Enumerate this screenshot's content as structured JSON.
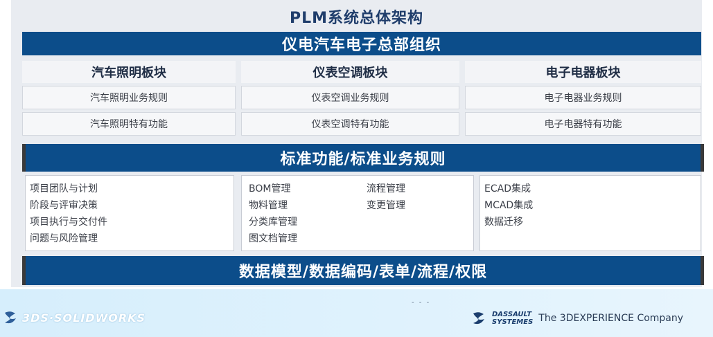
{
  "title": "PLM系统总体架构",
  "org_bar": "仪电汽车电子总部组织",
  "modules": [
    {
      "name": "汽车照明板块",
      "rows": [
        "汽车照明业务规则",
        "汽车照明特有功能"
      ]
    },
    {
      "name": "仪表空调板块",
      "rows": [
        "仪表空调业务规则",
        "仪表空调特有功能"
      ]
    },
    {
      "name": "电子电器板块",
      "rows": [
        "电子电器业务规则",
        "电子电器特有功能"
      ]
    }
  ],
  "standard_bar": "标准功能/标准业务规则",
  "function_groups": [
    {
      "items": [
        "项目团队与计划",
        "阶段与评审决策",
        "项目执行与交付件",
        "问题与风险管理"
      ]
    },
    {
      "items": [
        "BOM管理",
        "物料管理",
        "分类库管理",
        "图文档管理",
        "流程管理",
        "变更管理"
      ]
    },
    {
      "items": [
        "ECAD集成",
        "MCAD集成",
        "数据迁移"
      ]
    }
  ],
  "data_bar": "数据模型/数据编码/表单/流程/权限",
  "footer": {
    "left_brand": "3DS·SOLIDWORKS",
    "right_brand_line1": "DASSAULT",
    "right_brand_line2": "SYSTEMES",
    "right_tagline": "The 3DEXPERIENCE Company",
    "dots": "- - -"
  }
}
